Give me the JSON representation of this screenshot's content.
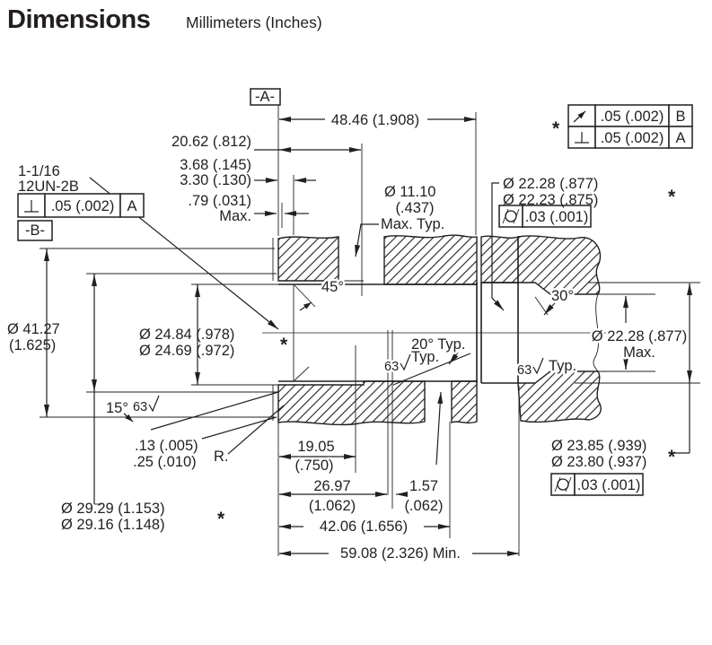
{
  "header": {
    "title": "Dimensions",
    "subtitle": "Millimeters (Inches)"
  },
  "datums": {
    "a": "-A-",
    "b": "-B-"
  },
  "thread_callout": {
    "line1": "1-1/16",
    "line2": "12UN-2B"
  },
  "note_marker": "*",
  "fcf": {
    "left": {
      "symbol": "perpendicularity-icon",
      "value": ".05 (.002)",
      "datum": "A"
    },
    "top_right_row1": {
      "symbol": "circular-runout-icon",
      "value": ".05 (.002)",
      "datum": "B"
    },
    "top_right_row2": {
      "symbol": "perpendicularity-icon",
      "value": ".05 (.002)",
      "datum": "A"
    },
    "groove_top": {
      "symbol": "cylindricity-icon",
      "value": ".03 (.001)"
    },
    "groove_bottom": {
      "symbol": "cylindricity-icon",
      "value": ".03 (.001)"
    }
  },
  "labels": {
    "d4846": "48.46 (1.908)",
    "d2062": "20.62 (.812)",
    "d368": "3.68 (.145)",
    "d330": "3.30 (.130)",
    "d079": ".79 (.031)",
    "max1": "Max.",
    "d1110a": "Ø 11.10",
    "d1110b": "(.437)",
    "d1110c": "Max. Typ.",
    "d2228a": "Ø 22.28 (.877)",
    "d2223": "Ø 22.23 (.875)",
    "d4127a": "Ø 41.27",
    "d4127b": "(1.625)",
    "d2484": "Ø 24.84 (.978)",
    "d2469": "Ø 24.69 (.972)",
    "a45": "45°",
    "a20": "20° Typ.",
    "a30": "30°",
    "a15": "15°",
    "d2228maxa": "Ø 22.28 (.877)",
    "max2": "Max.",
    "f63a": "63",
    "f63b": "63",
    "f63c": "63",
    "typ1": "Typ.",
    "typ2": "Typ.",
    "d013": ".13 (.005)",
    "d025": ".25 (.010)",
    "r": "R.",
    "d2929": "Ø 29.29 (1.153)",
    "d2916": "Ø 29.16 (1.148)",
    "d1905a": "19.05",
    "d1905b": "(.750)",
    "d2697a": "26.97",
    "d2697b": "(1.062)",
    "d157a": "1.57",
    "d157b": "(.062)",
    "d4206": "42.06 (1.656)",
    "d5908": "59.08 (2.326) Min.",
    "d2385": "Ø 23.85 (.939)",
    "d2380": "Ø 23.80 (.937)"
  }
}
